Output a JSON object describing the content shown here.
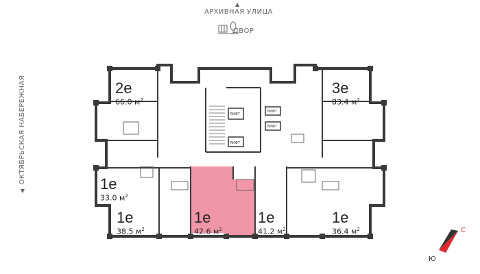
{
  "labels": {
    "street_top": "АРХИВНАЯ УЛИЦА",
    "yard": "ДВОР",
    "embankment": "ОКТЯБРЬСКАЯ НАБЕРЕЖНАЯ"
  },
  "lift_label": "ЛИФТ",
  "area_unit": "м",
  "apartments": [
    {
      "id": "2e-66",
      "type": "2е",
      "area": "66.0"
    },
    {
      "id": "3e-83",
      "type": "3е",
      "area": "83.4"
    },
    {
      "id": "1e-33",
      "type": "1е",
      "area": "33.0"
    },
    {
      "id": "1e-38",
      "type": "1е",
      "area": "38.5"
    },
    {
      "id": "1e-42",
      "type": "1е",
      "area": "42.6",
      "highlighted": true
    },
    {
      "id": "1e-41",
      "type": "1е",
      "area": "41.2"
    },
    {
      "id": "1e-36",
      "type": "1е",
      "area": "36.4"
    }
  ],
  "compass": {
    "north": "С",
    "south": "Ю"
  },
  "colors": {
    "highlight": "#f08fa3",
    "walls": "#3a3a3a",
    "compass_north": "#e0282e"
  }
}
